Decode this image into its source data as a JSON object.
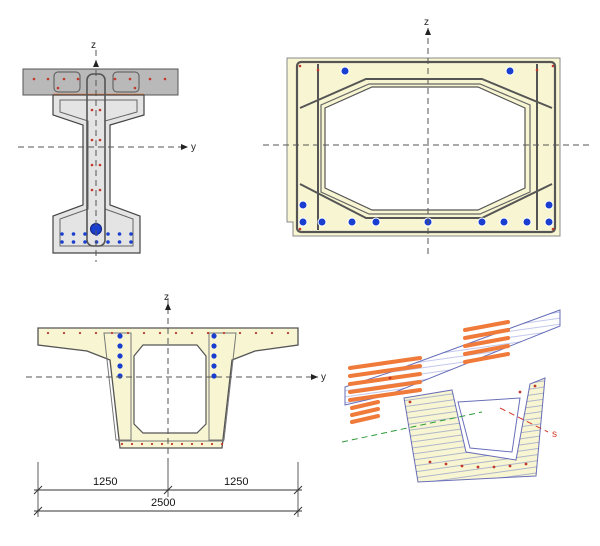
{
  "axes": {
    "y": "y",
    "z": "z"
  },
  "box_section_dimensions": {
    "left": "1250",
    "right": "1250",
    "total": "2500"
  },
  "view3d_label": "s",
  "colors": {
    "section_fill": "#f8f6d2",
    "section_stroke": "#444444",
    "deck_fill": "#b9b9b9",
    "rebar": "#555555",
    "tendon": "#1a3fd0",
    "rebar_dot": "#c0392b",
    "orange_bar": "#f07a3a",
    "hatch": "#3d4fc0"
  }
}
